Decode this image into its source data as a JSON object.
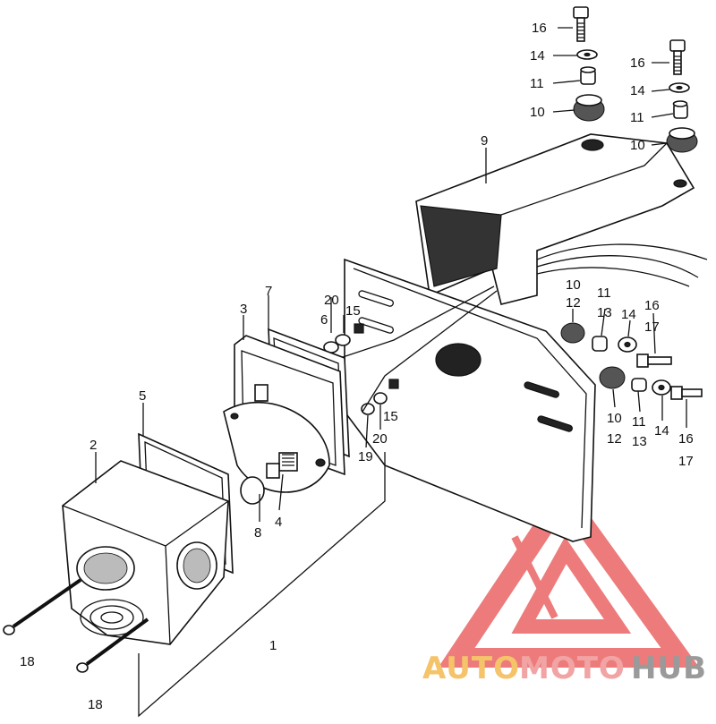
{
  "watermark": {
    "part_auto": "AUTO",
    "part_moto": "MOTO",
    "part_hub": "HUB",
    "color_auto": "#f5c36a",
    "color_moto": "#f2a3a3",
    "color_hub": "#9a9a9a",
    "logo_color": "#e85050"
  },
  "callouts": {
    "c16a": "16",
    "c14a": "14",
    "c11a": "11",
    "c10a": "10",
    "c16b": "16",
    "c14b": "14",
    "c11b": "11",
    "c10b": "10",
    "c9": "9",
    "c10c": "10",
    "c12a": "12",
    "c11c": "11",
    "c13a": "13",
    "c14c": "14",
    "c16c": "16",
    "c17a": "17",
    "c10d": "10",
    "c12b": "12",
    "c11d": "11",
    "c13b": "13",
    "c14d": "14",
    "c16d": "16",
    "c17b": "17",
    "c20a": "20",
    "c6": "6",
    "c15a": "15",
    "c7": "7",
    "c3": "3",
    "c15b": "15",
    "c20b": "20",
    "c19": "19",
    "c5": "5",
    "c2": "2",
    "c8": "8",
    "c4": "4",
    "c1": "1",
    "c18a": "18",
    "c18b": "18"
  }
}
